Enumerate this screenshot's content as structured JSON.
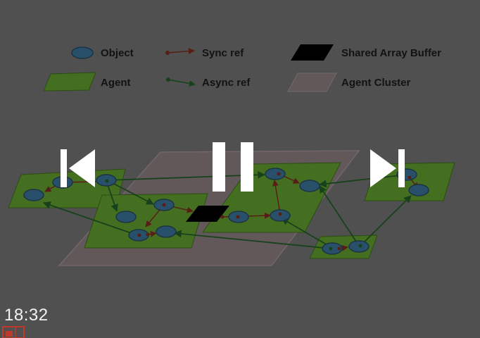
{
  "legend": {
    "object_label": "Object",
    "sync_ref_label": "Sync ref",
    "shared_array_buffer_label": "Shared Array Buffer",
    "agent_label": "Agent",
    "async_ref_label": "Async ref",
    "agent_cluster_label": "Agent Cluster"
  },
  "player": {
    "time": "18:32",
    "controls": [
      "skip-previous-icon",
      "pause-icon",
      "skip-next-icon"
    ]
  },
  "colors": {
    "overlay_background": "#6f6f6f",
    "agent_fill": "#5f9a2e",
    "object_fill": "#3a6f93",
    "sync_ref": "#7a2a1e",
    "async_ref": "#1f5a24",
    "cluster_fill": "#8a7a7c",
    "shared_buffer": "#000000",
    "controls": "#ffffff"
  }
}
